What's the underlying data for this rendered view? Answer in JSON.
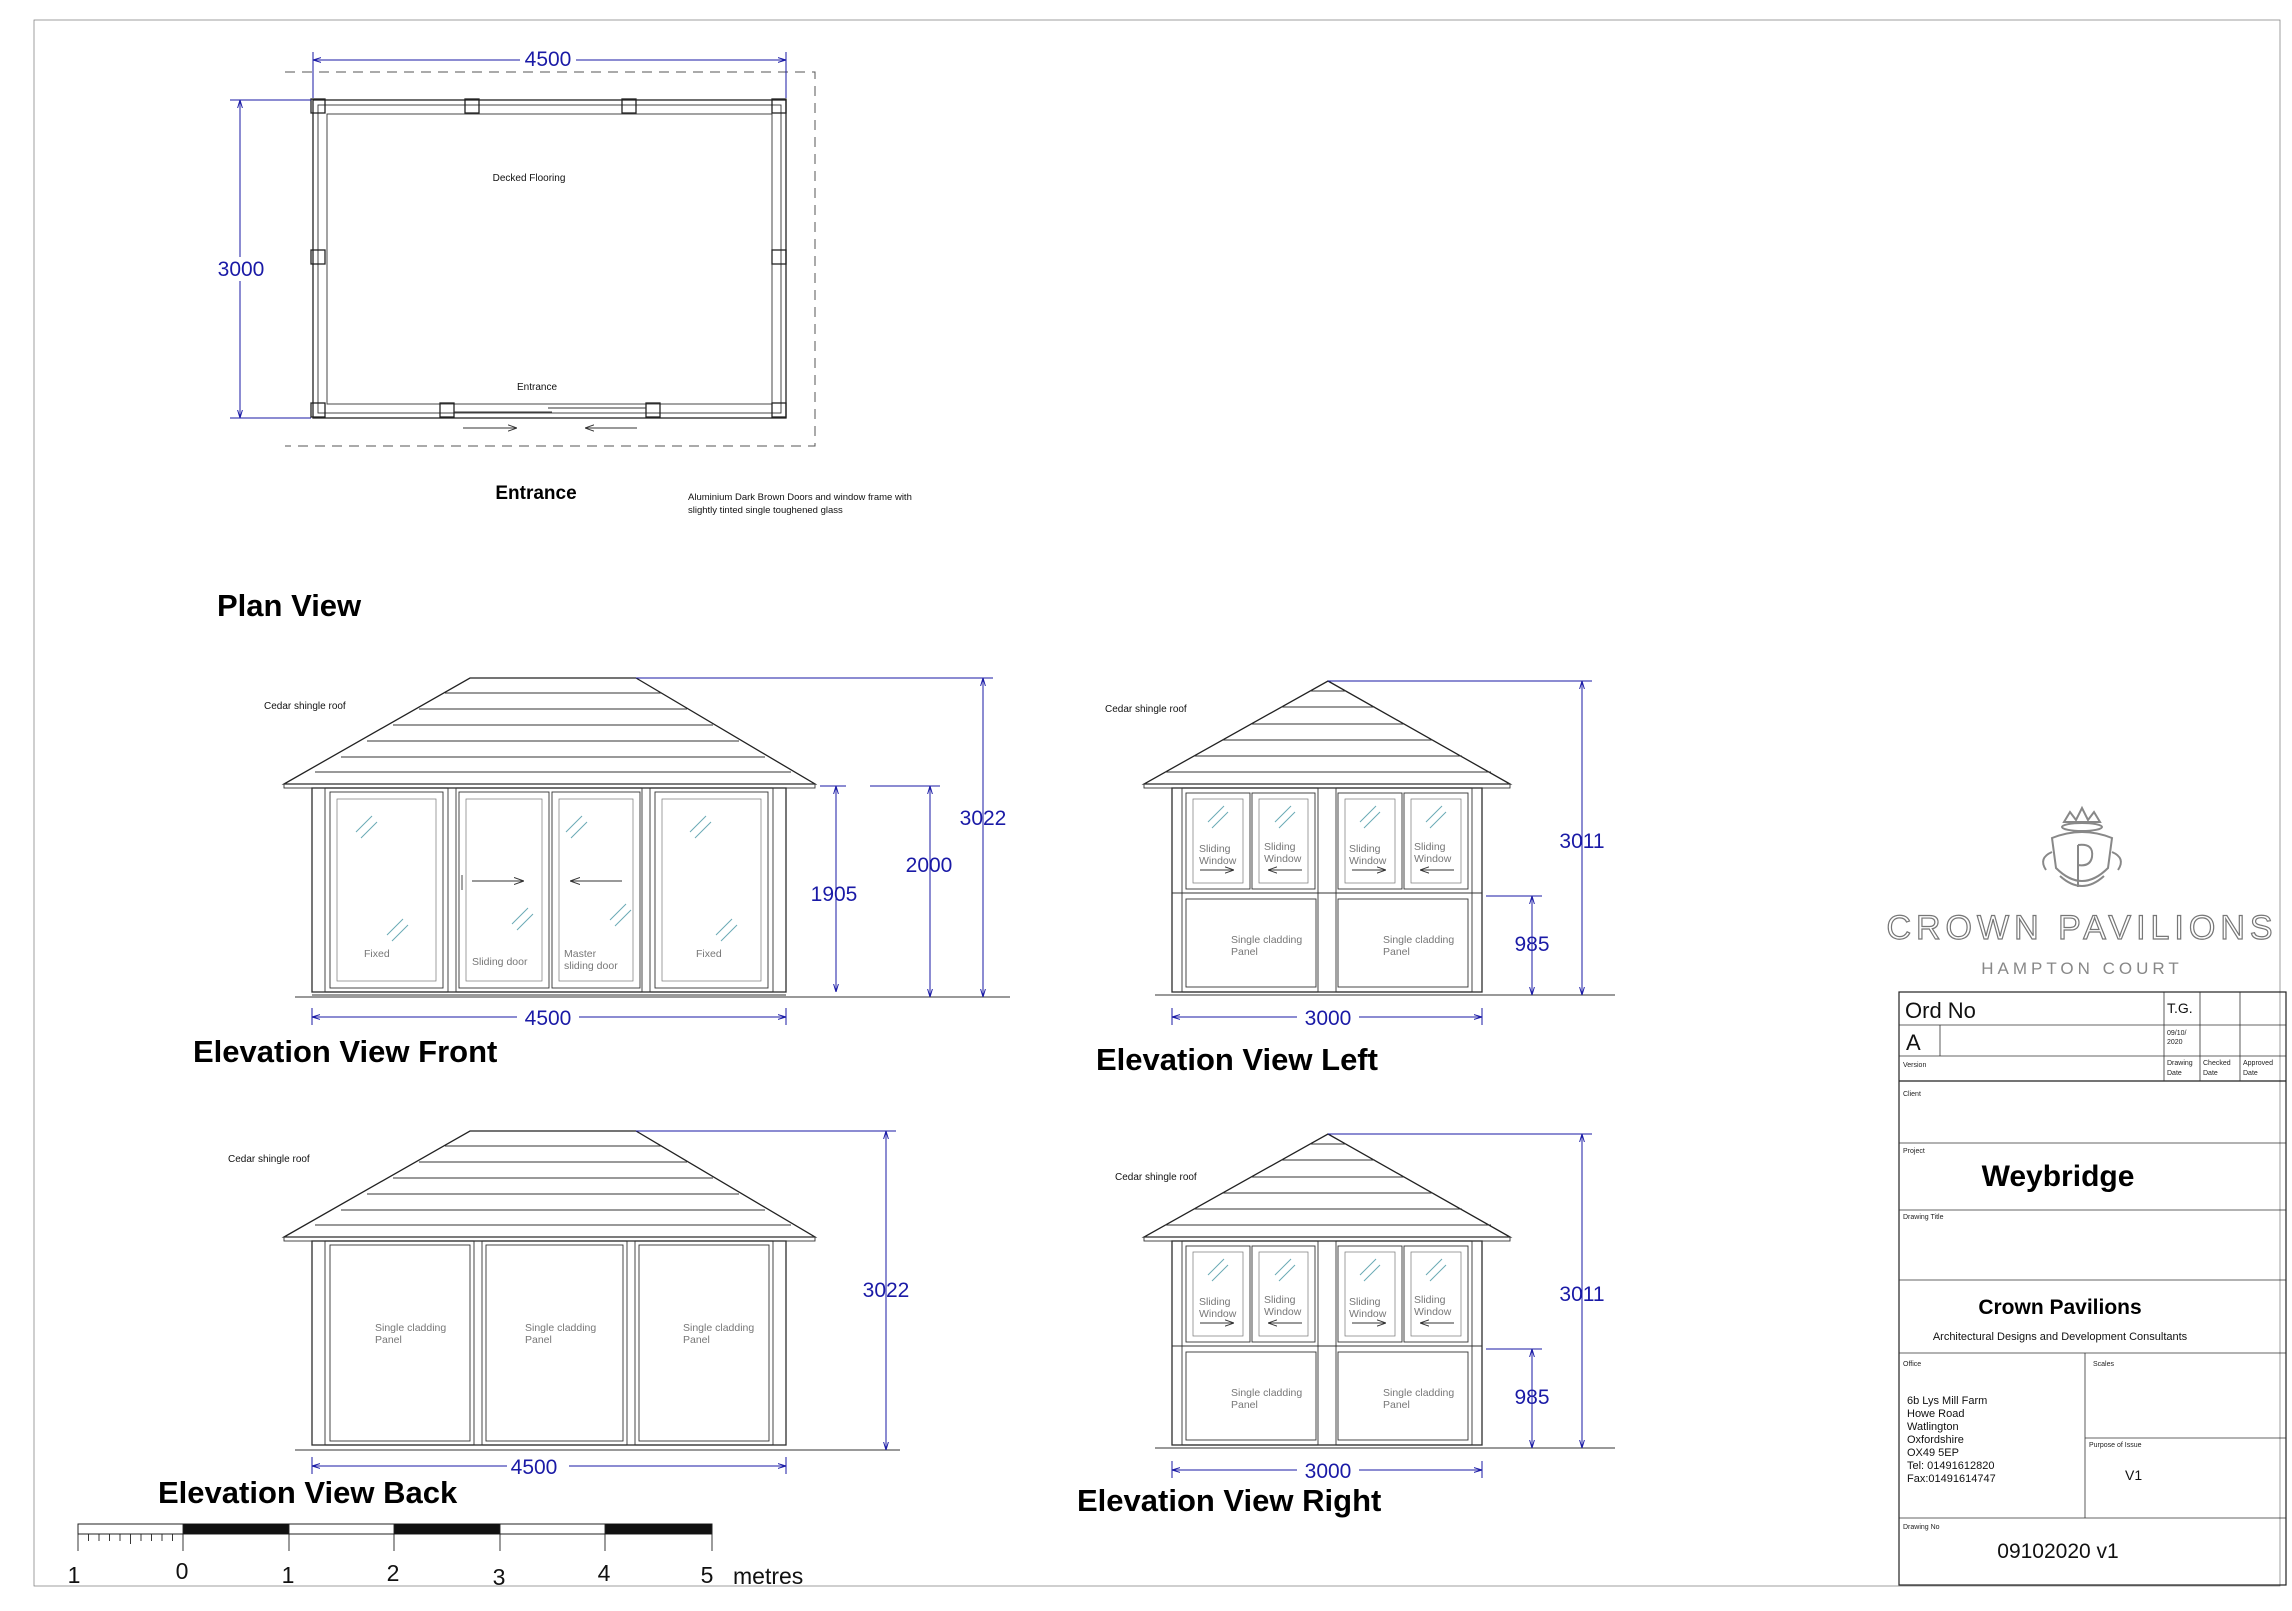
{
  "plan": {
    "title": "Plan View",
    "width_dim": "4500",
    "depth_dim": "3000",
    "floor_label": "Decked Flooring",
    "entrance_label": "Entrance",
    "entrance_heading": "Entrance",
    "material_note": [
      "Aluminium Dark Brown Doors and window frame with",
      "slightly tinted single toughened glass"
    ]
  },
  "front": {
    "title": "Elevation View Front",
    "roof_label": "Cedar shingle roof",
    "panels": [
      "Fixed",
      "Sliding door",
      "Master",
      "sliding door",
      "Fixed"
    ],
    "width_dim": "4500",
    "door_height_dim": "1905",
    "eave_height_dim": "2000",
    "total_height_dim": "3022"
  },
  "left": {
    "title": "Elevation View Left",
    "roof_label": "Cedar shingle roof",
    "window_label": [
      "Sliding",
      "Window"
    ],
    "panel_label": [
      "Single cladding",
      "Panel"
    ],
    "width_dim": "3000",
    "panel_height_dim": "985",
    "total_height_dim": "3011"
  },
  "back": {
    "title": "Elevation View Back",
    "roof_label": "Cedar shingle roof",
    "panel_label": [
      "Single cladding",
      "Panel"
    ],
    "width_dim": "4500",
    "total_height_dim": "3022"
  },
  "right": {
    "title": "Elevation View Right",
    "roof_label": "Cedar shingle roof",
    "window_label": [
      "Sliding",
      "Window"
    ],
    "panel_label": [
      "Single cladding",
      "Panel"
    ],
    "width_dim": "3000",
    "panel_height_dim": "985",
    "total_height_dim": "3011"
  },
  "scale_bar": {
    "labels": [
      "1",
      "0",
      "1",
      "2",
      "3",
      "4",
      "5"
    ],
    "unit": "metres"
  },
  "logo": {
    "name": "CROWN PAVILIONS",
    "subtitle": "HAMPTON COURT"
  },
  "title_block": {
    "ord_no_label": "Ord No",
    "initials": "T.G.",
    "version_value": "A",
    "date_value": [
      "09/10/",
      "2020"
    ],
    "version_label": "Version",
    "drawing_date_label": [
      "Drawing",
      "Date"
    ],
    "checked_date_label": [
      "Checked",
      "Date"
    ],
    "approved_date_label": [
      "Approved",
      "Date"
    ],
    "client_label": "Client",
    "project_label": "Project",
    "project_name": "Weybridge",
    "drawing_title_label": "Drawing Title",
    "company_name": "Crown  Pavilions",
    "company_tagline": "Architectural Designs and Development Consultants",
    "office_label": "Office",
    "scales_label": "Scales",
    "address_lines": [
      "6b Lys Mill Farm",
      "Howe Road",
      "Watlington",
      "Oxfordshire",
      "OX49 5EP",
      "Tel: 01491612820",
      "Fax:01491614747"
    ],
    "purpose_label": "Purpose of Issue",
    "purpose_value": "V1",
    "drawing_no_label": "Drawing No",
    "drawing_no": "09102020 v1"
  }
}
